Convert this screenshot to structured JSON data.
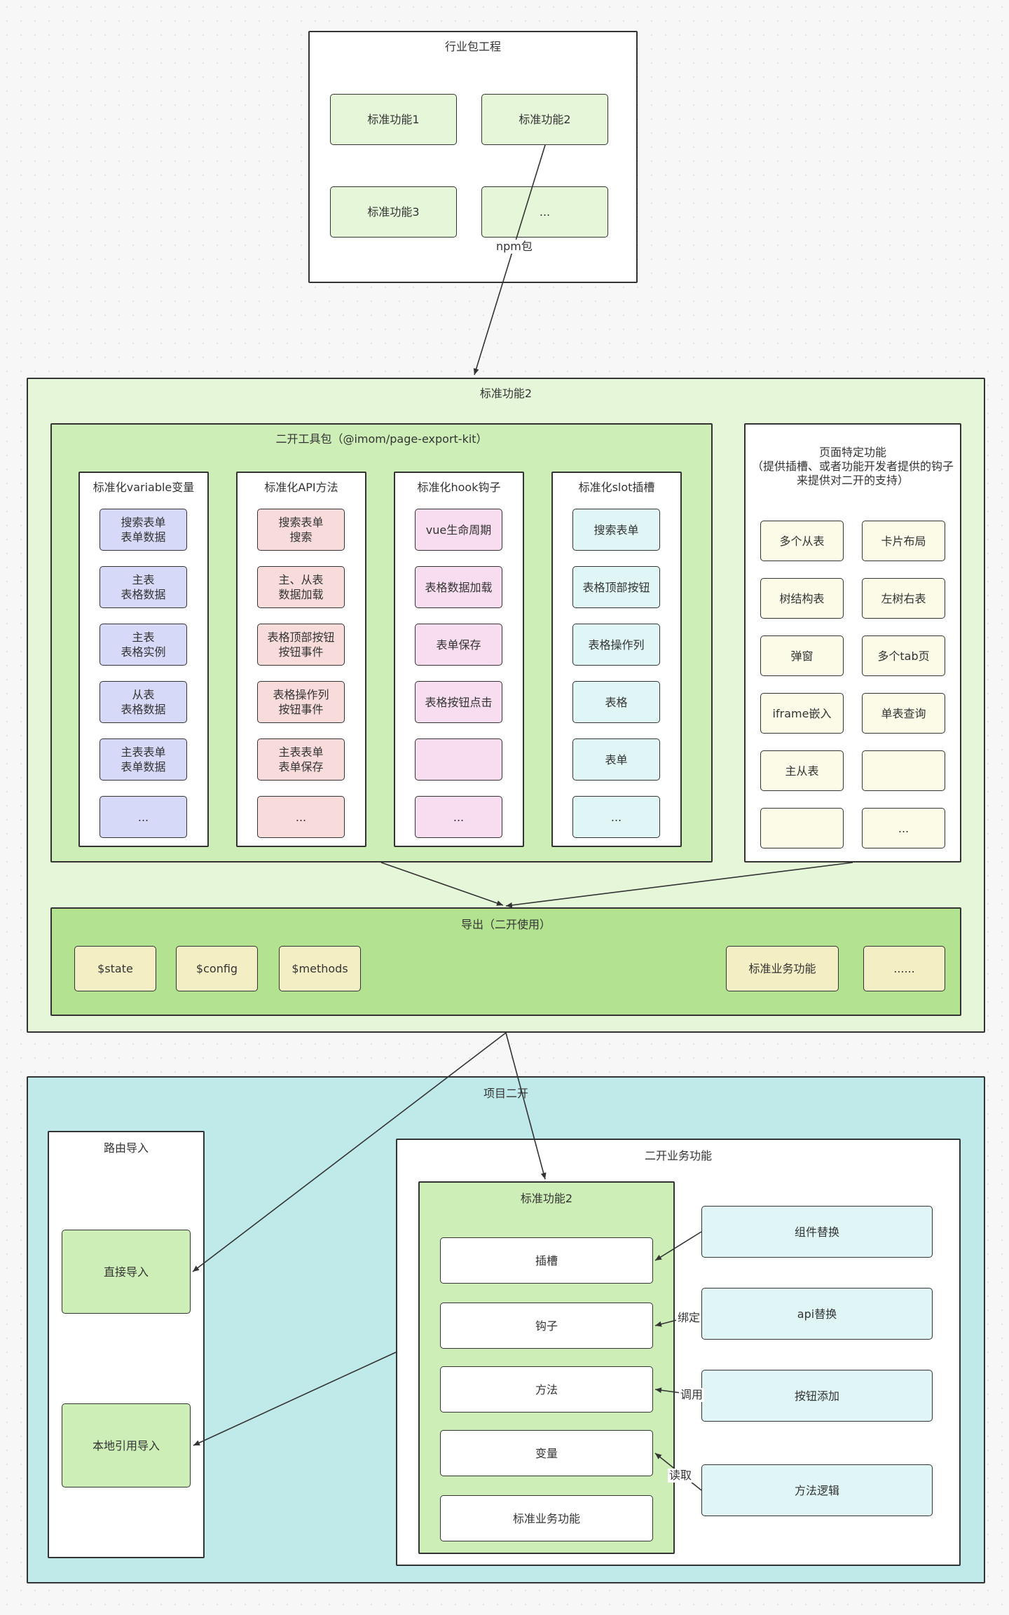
{
  "colors": {
    "white": "#ffffff",
    "light_green": "#e6f7d9",
    "mid_green": "#cdeeb6",
    "export_green": "#b3e390",
    "lavender": "#d6d9f8",
    "pink_red": "#f8dcdc",
    "pink": "#f8dcef",
    "light_cyan": "#dff5f6",
    "cream": "#fbfbe8",
    "sand": "#f4eec4",
    "teal_bg": "#c0e9ea",
    "line": "#333333"
  },
  "industry": {
    "title": "行业包工程",
    "items": [
      "标准功能1",
      "标准功能2",
      "标准功能3",
      "..."
    ],
    "npm_label": "npm包"
  },
  "standard": {
    "title": "标准功能2",
    "toolkit": {
      "title": "二开工具包（@imom/page-export-kit）",
      "columns": [
        {
          "title": "标准化variable变量",
          "items": [
            "搜索表单\n表单数据",
            "主表\n表格数据",
            "主表\n表格实例",
            "从表\n表格数据",
            "主表表单\n表单数据",
            "..."
          ]
        },
        {
          "title": "标准化API方法",
          "items": [
            "搜索表单\n搜索",
            "主、从表\n数据加载",
            "表格顶部按钮\n按钮事件",
            "表格操作列\n按钮事件",
            "主表表单\n表单保存",
            "..."
          ]
        },
        {
          "title": "标准化hook钩子",
          "items": [
            "vue生命周期",
            "表格数据加载",
            "表单保存",
            "表格按钮点击",
            "",
            "..."
          ]
        },
        {
          "title": "标准化slot插槽",
          "items": [
            "搜索表单",
            "表格顶部按钮",
            "表格操作列",
            "表格",
            "表单",
            "..."
          ]
        }
      ]
    },
    "page_specific": {
      "title": "页面特定功能\n（提供插槽、或者功能开发者提供的钩子\n来提供对二开的支持）",
      "items": [
        "多个从表",
        "卡片布局",
        "树结构表",
        "左树右表",
        "弹窗",
        "多个tab页",
        "iframe嵌入",
        "单表查询",
        "主从表",
        "",
        "",
        "..."
      ]
    },
    "export": {
      "title": "导出（二开使用）",
      "items": [
        "$state",
        "$config",
        "$methods",
        "标准业务功能",
        "......"
      ]
    }
  },
  "project": {
    "title": "项目二开",
    "routing": {
      "title": "路由导入",
      "items": [
        "直接导入",
        "本地引用导入"
      ]
    },
    "business": {
      "title": "二开业务功能",
      "standard2": {
        "title": "标准功能2",
        "items": [
          "插槽",
          "钩子",
          "方法",
          "变量",
          "标准业务功能"
        ]
      },
      "actions": [
        "组件替换",
        "api替换",
        "按钮添加",
        "方法逻辑"
      ],
      "edge_labels": [
        "绑定",
        "调用",
        "读取"
      ]
    }
  }
}
